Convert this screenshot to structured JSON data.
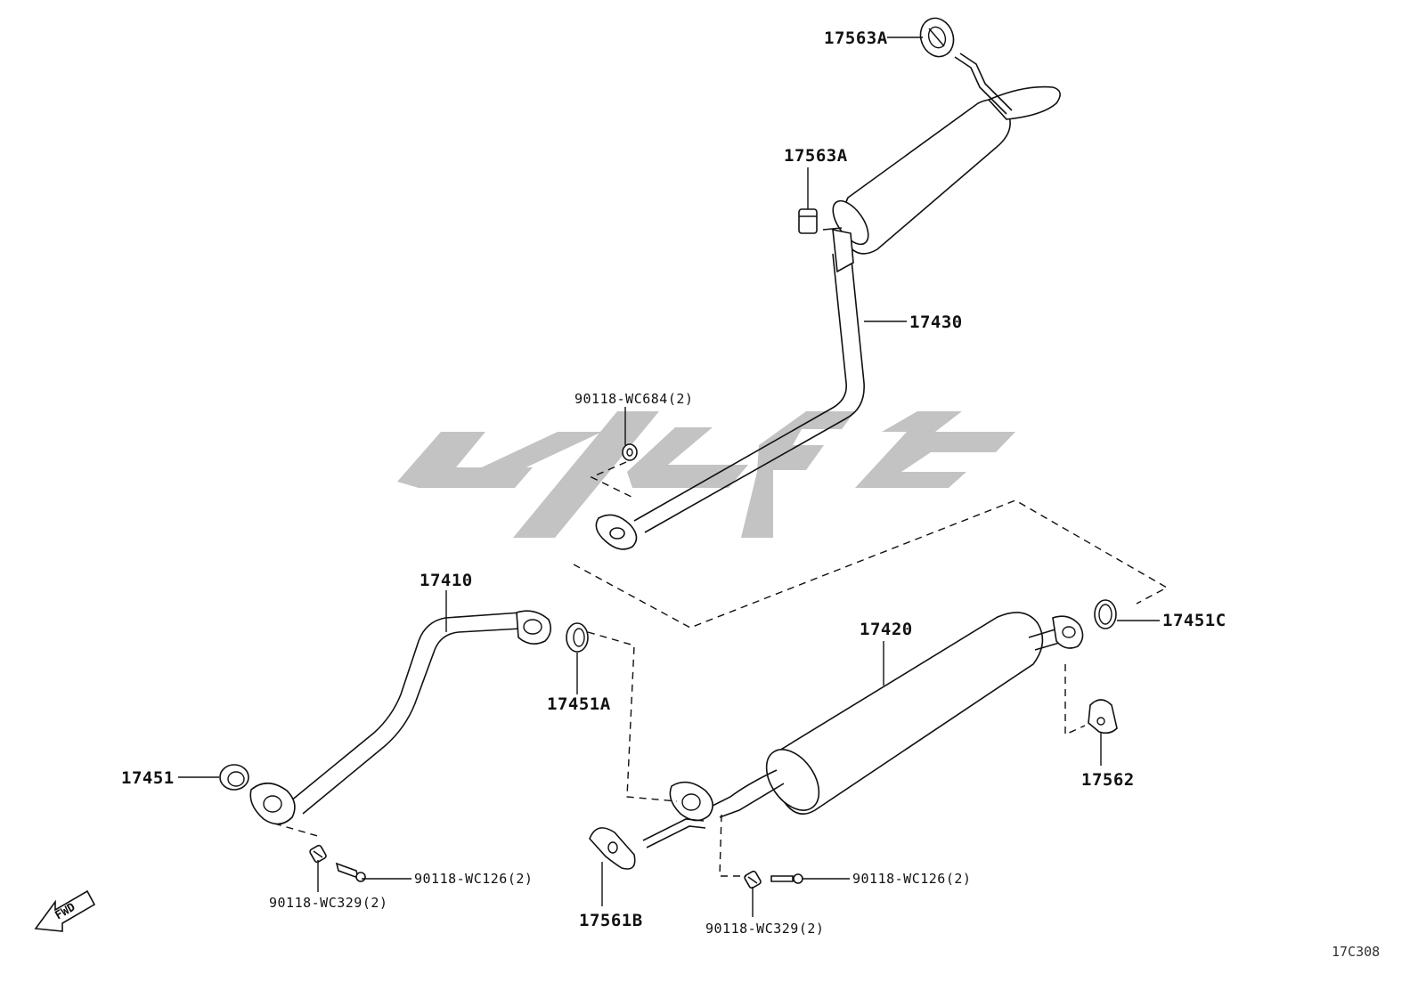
{
  "diagram": {
    "code": "17C308",
    "fwd_label": "FWD",
    "labels": {
      "p17563A_top": "17563A",
      "p17563A_mid": "17563A",
      "p17430": "17430",
      "p90118_WC684": "90118-WC684(2)",
      "p17410": "17410",
      "p17451A": "17451A",
      "p17451": "17451",
      "p90118_WC126_left": "90118-WC126(2)",
      "p90118_WC329_left": "90118-WC329(2)",
      "p17420": "17420",
      "p17451C": "17451C",
      "p17562": "17562",
      "p17561B": "17561B",
      "p90118_WC126_right": "90118-WC126(2)",
      "p90118_WC329_right": "90118-WC329(2)"
    }
  }
}
